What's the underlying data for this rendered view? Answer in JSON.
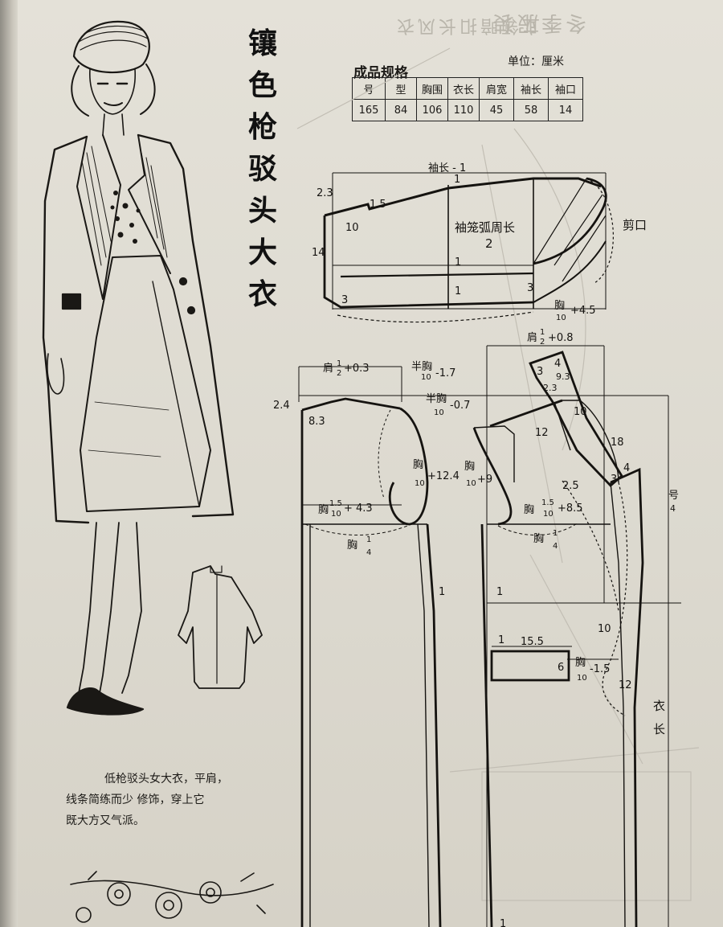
{
  "title_chars": [
    "镶",
    "色",
    "枪",
    "驳",
    "头",
    "大",
    "衣"
  ],
  "spec_table": {
    "caption": "成品规格",
    "unit": "单位：厘米",
    "headers": [
      "号",
      "型",
      "胸围",
      "衣长",
      "肩宽",
      "袖长",
      "袖口"
    ],
    "values": [
      "165",
      "84",
      "106",
      "110",
      "45",
      "58",
      "14"
    ]
  },
  "description": {
    "line1": "低枪驳头女大衣，平肩，",
    "line2": "线条简练而少  修饰，穿上它",
    "line3": "既大方又气派。"
  },
  "sleeve_labels": {
    "sleeve_length": "袖长 - 1",
    "cap_arc": "袖笼弧周长",
    "cap_arc_divisor": "2",
    "notch": "剪口",
    "m_2_3": "2.3",
    "m_1_5": "1.5",
    "m_10": "10",
    "m_14": "14",
    "m_1a": "1",
    "m_1b": "1",
    "m_1c": "1",
    "m_3a": "3",
    "m_3b": "3",
    "hem_chest": "胸",
    "hem_den": "10",
    "hem_add": "+4.5"
  },
  "back_labels": {
    "shoulder": "肩",
    "shoulder_num": "1",
    "shoulder_den": "2",
    "shoulder_add": "+0.3",
    "half_chest": "半胸",
    "half_den": "10",
    "half_add": "-1.7",
    "half_chest_b": "半胸",
    "half_den_b": "10",
    "half_add_b": "-0.7",
    "m_2_4": "2.4",
    "m_8_3": "8.3",
    "chest1": "胸",
    "chest1_num": "1.5",
    "chest1_den": "10",
    "chest1_add": "+ 4.3",
    "chest2": "胸",
    "chest2_den": "10",
    "chest2_add": "+12.4",
    "chest3": "胸",
    "chest3_den": "10",
    "chest3_add": "+9",
    "quarter": "胸",
    "quarter_num": "1",
    "quarter_den": "4",
    "m_1": "1"
  },
  "front_labels": {
    "shoulder": "肩",
    "shoulder_num": "1",
    "shoulder_den": "2",
    "shoulder_add": "+0.8",
    "chest": "胸",
    "chest_num": "1.5",
    "chest_den": "10",
    "chest_add": "+8.5",
    "quarter": "胸",
    "quarter_num": "1",
    "quarter_den": "4",
    "m_3": "3",
    "m_4": "4",
    "m_9_3": "9.3",
    "m_2_3": "2.3",
    "m_10": "10",
    "m_12": "12",
    "m_18": "18",
    "m_2_5": "2.5",
    "m_3b": "3",
    "m_4b": "4",
    "size_num": "号",
    "size_den": "4",
    "m_1": "1",
    "m_10b": "10",
    "m_12b": "12",
    "length": "衣长",
    "pocket_w": "15.5",
    "pocket_1": "1",
    "pocket_6": "6",
    "pocket_chest": "胸",
    "pocket_den": "10",
    "pocket_add": "-1.5",
    "bottom_1": "1"
  },
  "colors": {
    "paper": "#e4e1d8",
    "ink": "#1c1a17",
    "ghost": "#b9b5ab"
  }
}
